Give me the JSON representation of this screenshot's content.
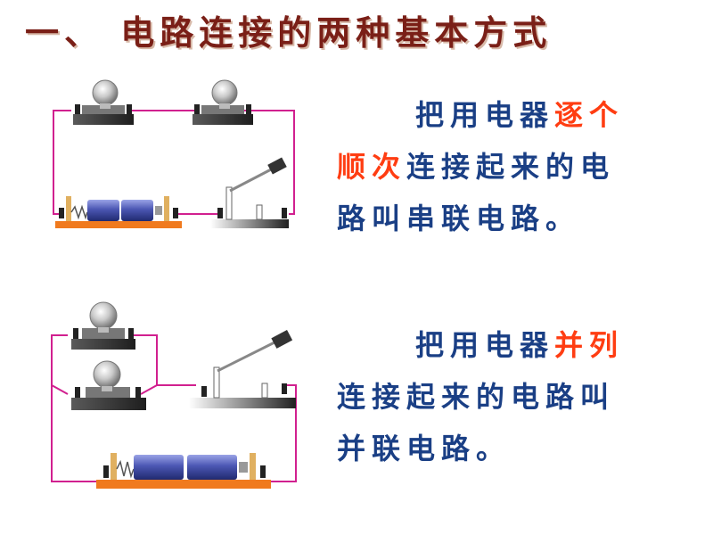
{
  "slide": {
    "title": "一、 电路连接的两种基本方式",
    "series_text": {
      "line1_prefix": "把用电器",
      "line1_highlight": "逐个",
      "line2_highlight": "顺次",
      "line2_rest": "连接起来的电",
      "line3": "路叫串联电路。"
    },
    "parallel_text": {
      "line1_prefix": "把用电器",
      "line1_highlight": "并列",
      "line2": "连接起来的电路叫",
      "line3": "并联电路。"
    }
  },
  "colors": {
    "title": "#7a1f17",
    "body_text": "#1a3f85",
    "highlight": "#ff3d12",
    "wire": "#d1208f",
    "base_plate": "#f07a1e",
    "battery": "#3e4aa8"
  },
  "icons": [
    "light-bulb-icon",
    "battery-icon",
    "knife-switch-icon"
  ]
}
